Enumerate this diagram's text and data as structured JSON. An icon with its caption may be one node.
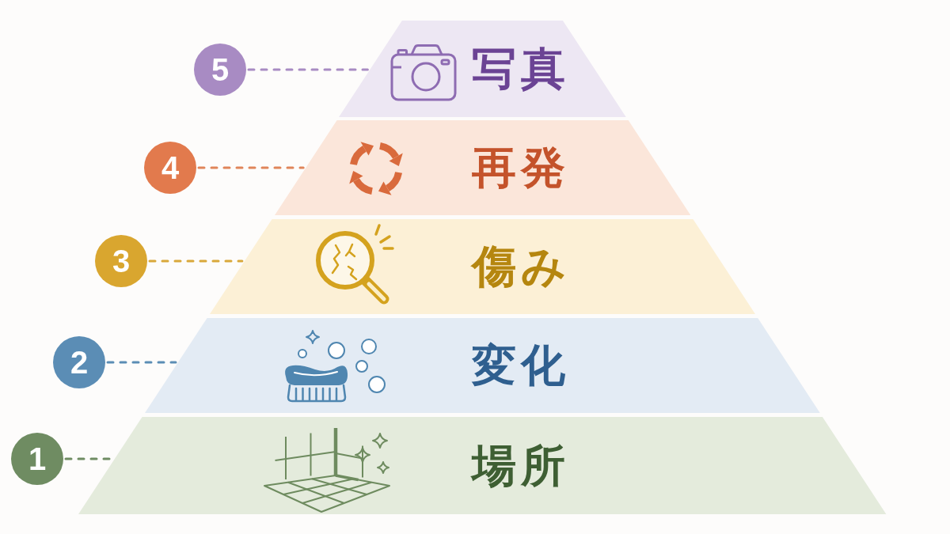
{
  "diagram": {
    "nodes": [
      {
        "text": [
          "5"
        ]
      },
      {
        "text": [
          "写真"
        ]
      },
      {
        "text": [
          "4"
        ]
      },
      {
        "text": [
          "再発"
        ]
      },
      {
        "text": [
          "3"
        ]
      },
      {
        "text": [
          "傷み"
        ]
      },
      {
        "text": [
          "2"
        ]
      },
      {
        "text": [
          "変化"
        ]
      },
      {
        "text": [
          "1"
        ]
      },
      {
        "text": [
          "場所"
        ]
      }
    ],
    "edges": [
      {
        "from": 0,
        "to": 1,
        "arrow": "none",
        "style": "dashed",
        "color": "#a88bc3"
      },
      {
        "from": 2,
        "to": 3,
        "arrow": "none",
        "style": "dashed",
        "color": "#e0855a"
      },
      {
        "from": 4,
        "to": 5,
        "arrow": "none",
        "style": "dashed",
        "color": "#d9a83a"
      },
      {
        "from": 6,
        "to": 7,
        "arrow": "none",
        "style": "dashed",
        "color": "#5b8db5"
      },
      {
        "from": 8,
        "to": 9,
        "arrow": "none",
        "style": "dashed",
        "color": "#6f8c62"
      }
    ]
  }
}
